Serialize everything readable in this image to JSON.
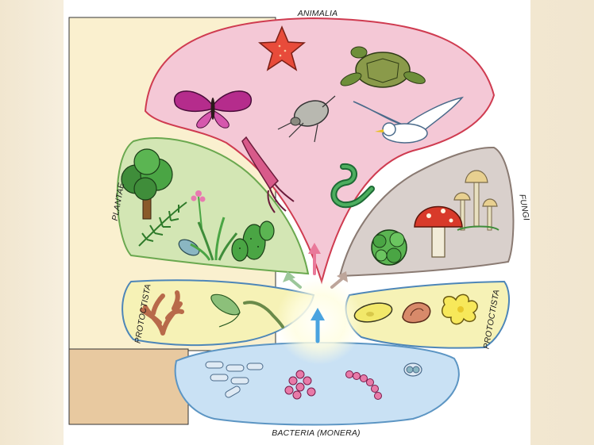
{
  "diagram": {
    "labels": {
      "top": "ANIMALIA",
      "left_upper": "PLANTAE",
      "right_upper": "FUNGI",
      "left_lower": "PROTOCTISTA",
      "right_lower": "PROTOCTISTA",
      "bottom": "BACTERIA (MONERA)"
    },
    "colors": {
      "background_outer": "#f1e6cf",
      "panel_white": "#ffffff",
      "cream_area": "#faf0cf",
      "tan_area": "#e8c9a0",
      "animalia_fill": "#f4c8d6",
      "animalia_stroke": "#cf3b50",
      "plantae_fill": "#d3e6b4",
      "plantae_stroke": "#6aa84f",
      "fungi_fill": "#d9d0cc",
      "fungi_stroke": "#8a7a72",
      "protoctista_fill": "#f6f2b6",
      "protoctista_stroke": "#4d86b8",
      "bacteria_fill": "#c9e1f4",
      "bacteria_stroke": "#5c95c3",
      "arrow_pink": "#e9799a",
      "arrow_green": "#9cc79a",
      "arrow_brown": "#bda59a",
      "arrow_blue": "#4aa3df"
    },
    "organisms": {
      "animalia": [
        "starfish-icon",
        "turtle-icon",
        "butterfly-icon",
        "beetle-icon",
        "seagull-icon",
        "squid-icon",
        "snake-icon"
      ],
      "plantae": [
        "tree-icon",
        "fern-icon",
        "flower-icon",
        "grass-icon",
        "cactus-icon",
        "leaf-icon"
      ],
      "fungi": [
        "mushroom-icon",
        "toadstool-icon",
        "mold-icon"
      ],
      "protoctista_left": [
        "seaweed-icon",
        "euglena-icon",
        "trypanosome-icon"
      ],
      "protoctista_right": [
        "paramecium-icon",
        "foraminifera-icon",
        "amoeba-icon"
      ],
      "bacteria": [
        "rod-bacteria-icon",
        "coccus-cluster-icon",
        "streptococcus-icon",
        "diplococcus-icon"
      ]
    }
  }
}
